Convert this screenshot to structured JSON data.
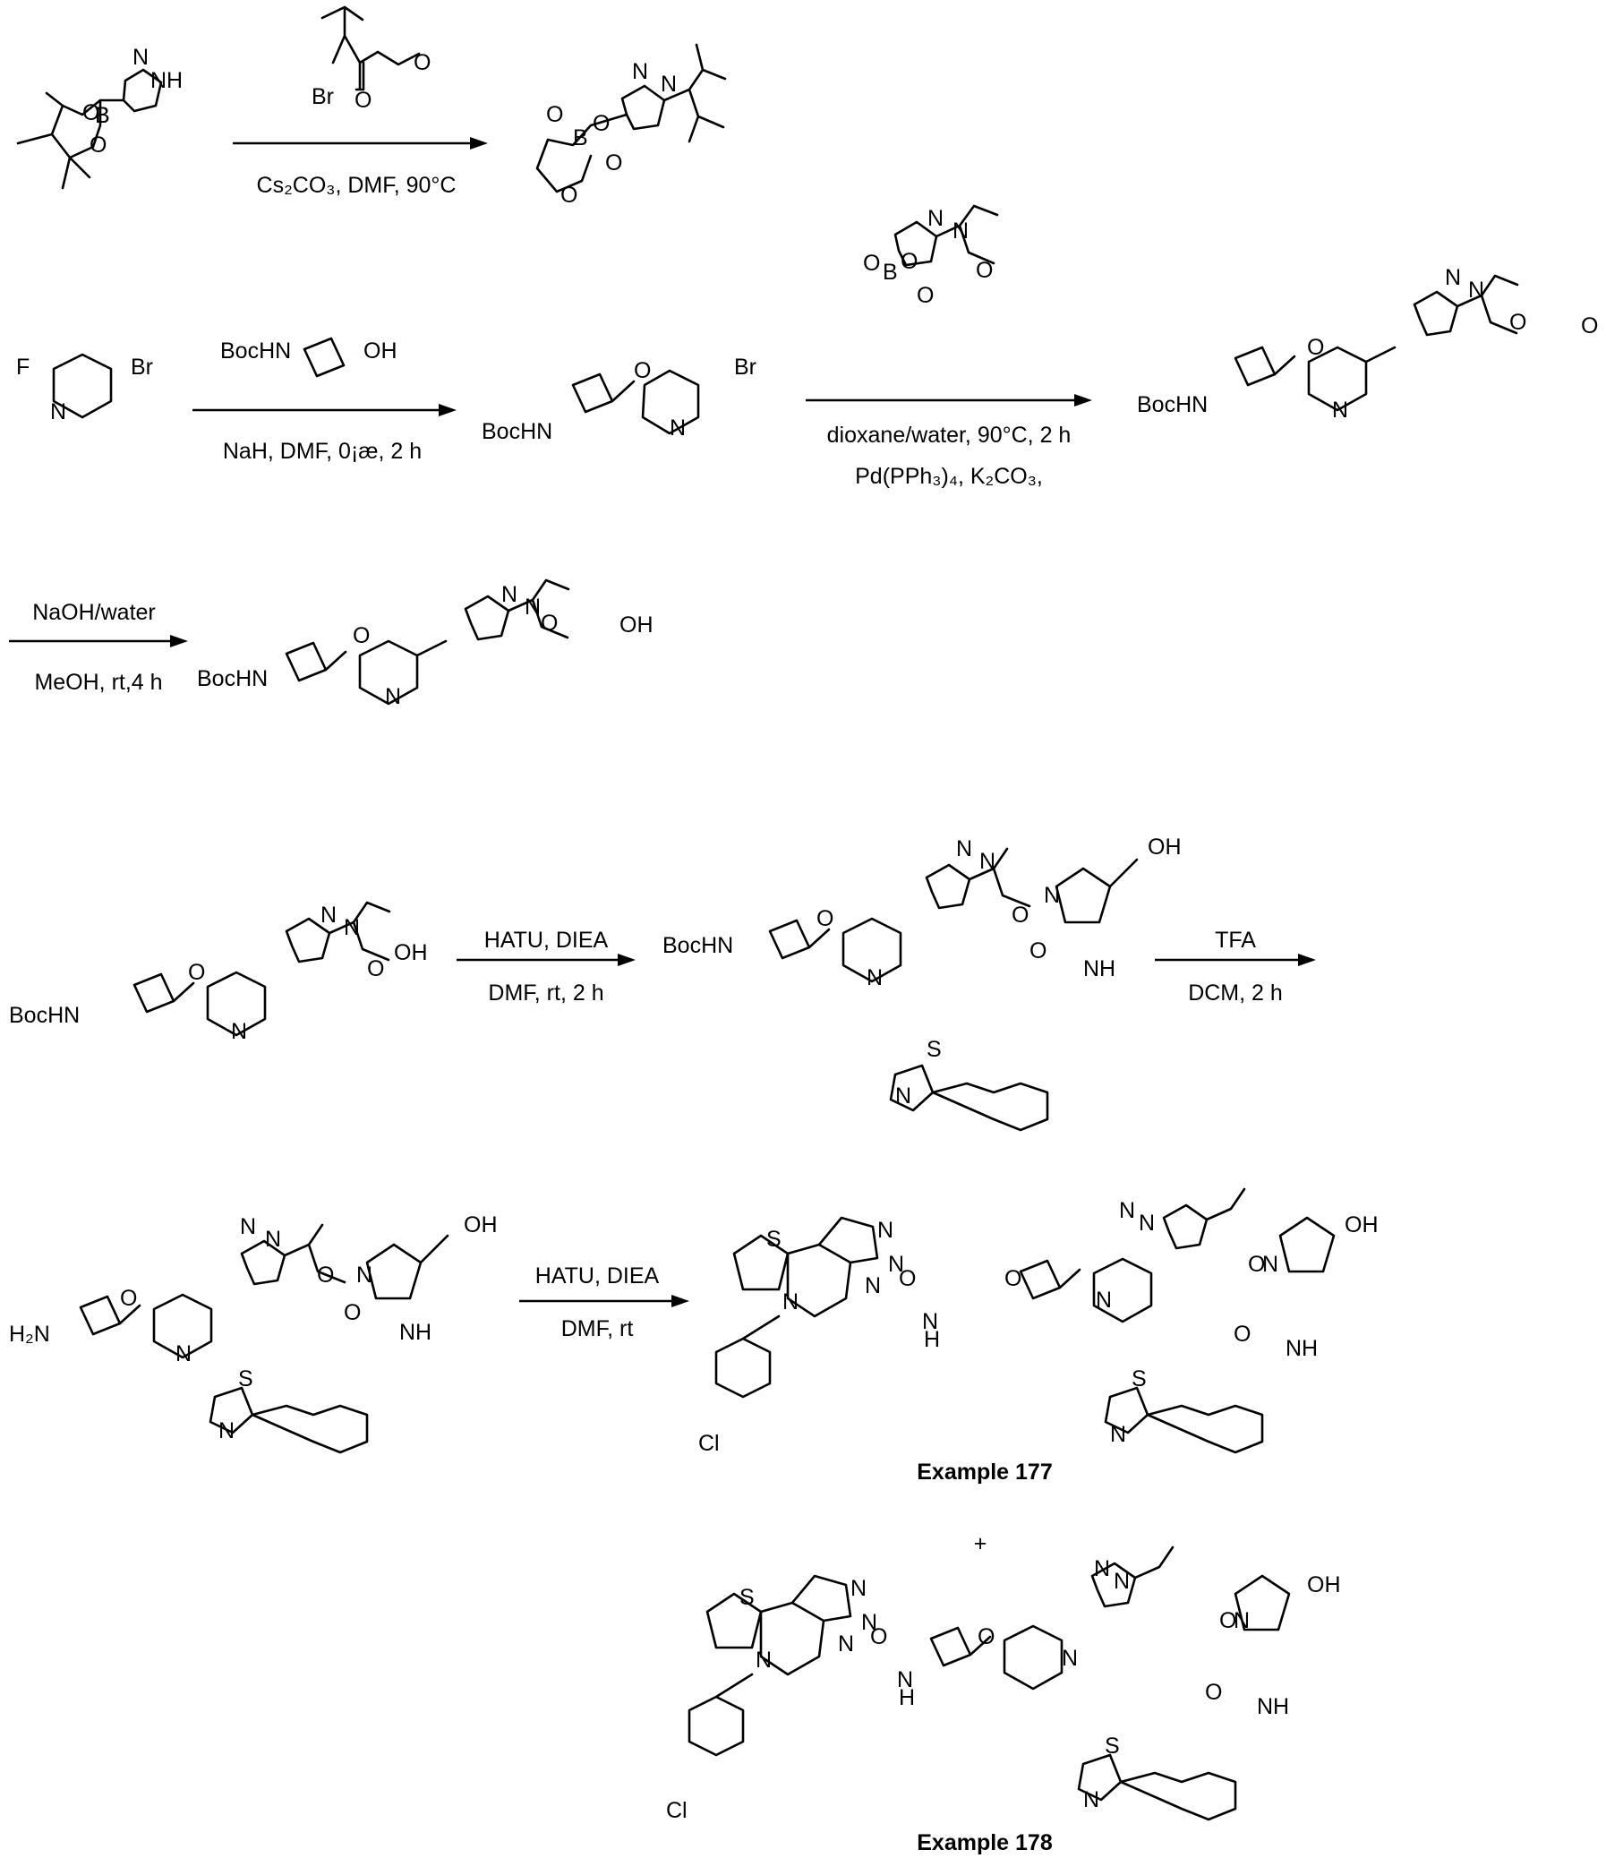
{
  "steps": [
    {
      "below": "Cs₂CO₃, DMF, 90°C"
    },
    {
      "below": "NaH, DMF, 0¡æ, 2 h"
    },
    {
      "below_1": "dioxane/water, 90°C, 2 h",
      "below_2": "Pd(PPh₃)₄, K₂CO₃,"
    },
    {
      "above": "NaOH/water",
      "below": "MeOH, rt,4 h"
    },
    {
      "above": "HATU, DIEA",
      "below": "DMF, rt, 2 h"
    },
    {
      "above": "TFA",
      "below": "DCM, 2 h"
    },
    {
      "above": "HATU, DIEA",
      "below": "DMF, rt"
    }
  ],
  "labels": {
    "example_177": "Example 177",
    "example_178": "Example 178",
    "plus": "+"
  },
  "atom_labels": [
    "N",
    "NH",
    "O",
    "O",
    "B",
    "Br",
    "O",
    "O",
    "N",
    "N",
    "O",
    "O",
    "B",
    "O",
    "O",
    "F",
    "Br",
    "N",
    "BocHN",
    "OH",
    "O",
    "Br",
    "BocHN",
    "N",
    "N",
    "N",
    "O",
    "O",
    "B",
    "O",
    "O",
    "N",
    "N",
    "O",
    "BocHN",
    "N",
    "O",
    "O",
    "N",
    "N",
    "O",
    "BocHN",
    "N",
    "O",
    "OH",
    "N",
    "N",
    "O",
    "BocHN",
    "N",
    "O",
    "OH",
    "N",
    "N",
    "O",
    "BocHN",
    "N",
    "O",
    "N",
    "OH",
    "O",
    "NH",
    "S",
    "N",
    "N",
    "N",
    "O",
    "H₂N",
    "N",
    "O",
    "N",
    "OH",
    "O",
    "NH",
    "S",
    "N",
    "S",
    "N",
    "N",
    "N",
    "N",
    "O",
    "N",
    "H",
    "O",
    "N",
    "N",
    "N",
    "O",
    "N",
    "OH",
    "O",
    "NH",
    "S",
    "N",
    "Cl",
    "S",
    "N",
    "N",
    "N",
    "N",
    "O",
    "N",
    "H",
    "O",
    "N",
    "N",
    "N",
    "O",
    "N",
    "OH",
    "O",
    "NH",
    "S",
    "N",
    "Cl"
  ]
}
